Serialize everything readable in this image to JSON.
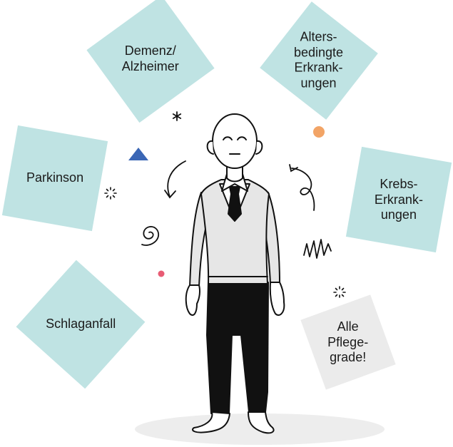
{
  "colors": {
    "card_teal": "#bfe3e3",
    "card_gray": "#ebebeb",
    "figure_gray": "#e6e6e6",
    "ink": "#111111",
    "accent_blue": "#3a66b5",
    "accent_orange": "#f2a466",
    "accent_pink": "#e85c74",
    "shadow": "#ededed"
  },
  "cards": [
    {
      "id": "demenz",
      "label": "Demenz/\nAlzheimer"
    },
    {
      "id": "alters",
      "label": "Alters-\nbedingte\nErkrank-\nungen"
    },
    {
      "id": "parkinson",
      "label": "Parkinson"
    },
    {
      "id": "krebs",
      "label": "Krebs-\nErkrank-\nungen"
    },
    {
      "id": "schlaganfall",
      "label": "Schlaganfall"
    },
    {
      "id": "pflege",
      "label": "Alle\nPflege-\ngrade!"
    }
  ],
  "icons": {
    "person": "smiling-man-illustration",
    "triangle": "triangle-icon",
    "dot_orange": "dot-icon",
    "dot_pink": "dot-icon",
    "spiral": "spiral-icon",
    "zigzag": "zigzag-icon",
    "sparkle": "sparkle-icon",
    "asterisk": "asterisk-icon",
    "arrow_left": "curved-arrow-icon",
    "arrow_right": "curly-arrow-icon"
  }
}
